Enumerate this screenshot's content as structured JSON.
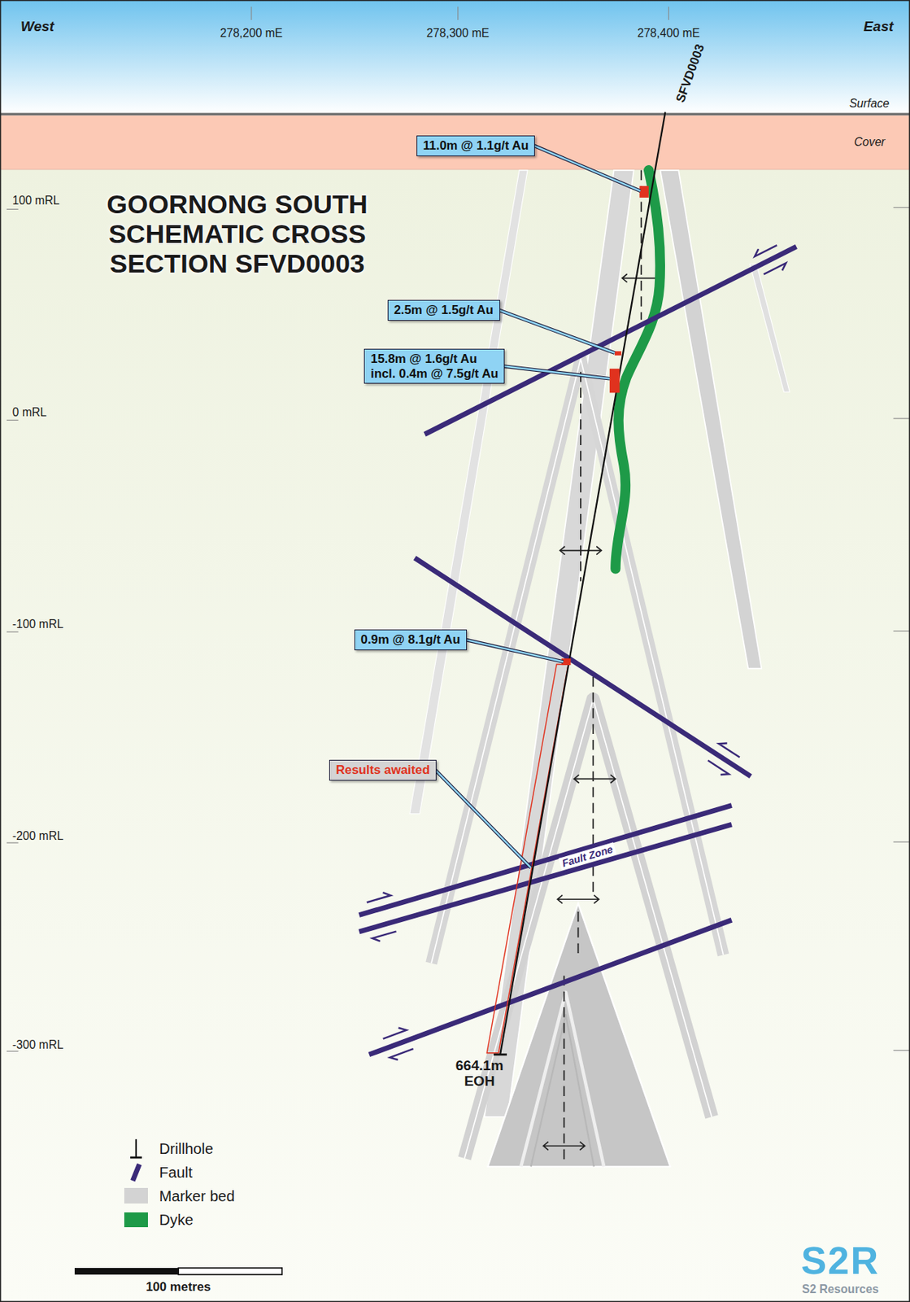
{
  "diagram": {
    "title": "GOORNONG SOUTH SCHEMATIC CROSS SECTION SFVD0003",
    "nodes": [
      {
        "text": [
          "11.0m @ 1.1g/t Au"
        ]
      },
      {
        "text": [
          "2.5m @ 1.5g/t Au"
        ]
      },
      {
        "text": [
          "15.8m @ 1.6g/t Au",
          "incl. 0.4m @ 7.5g/t Au"
        ]
      },
      {
        "text": [
          "0.9m @ 8.1g/t Au"
        ]
      },
      {
        "text": [
          "Results awaited"
        ]
      }
    ],
    "labels": [
      "West",
      "East",
      "278,200 mE",
      "278,300 mE",
      "278,400 mE",
      "SFVD0003",
      "Surface",
      "Cover",
      "100 mRL",
      "0 mRL",
      "-100 mRL",
      "-200 mRL",
      "-300 mRL",
      "Fault Zone",
      "664.1m EOH",
      "100 metres",
      "S2R",
      "S2 Resources"
    ],
    "legend": [
      {
        "text": "Drillhole"
      },
      {
        "text": "Fault"
      },
      {
        "text": "Marker bed",
        "color": "#d3d3d3"
      },
      {
        "text": "Dyke",
        "color": "#1e9a48"
      }
    ]
  }
}
